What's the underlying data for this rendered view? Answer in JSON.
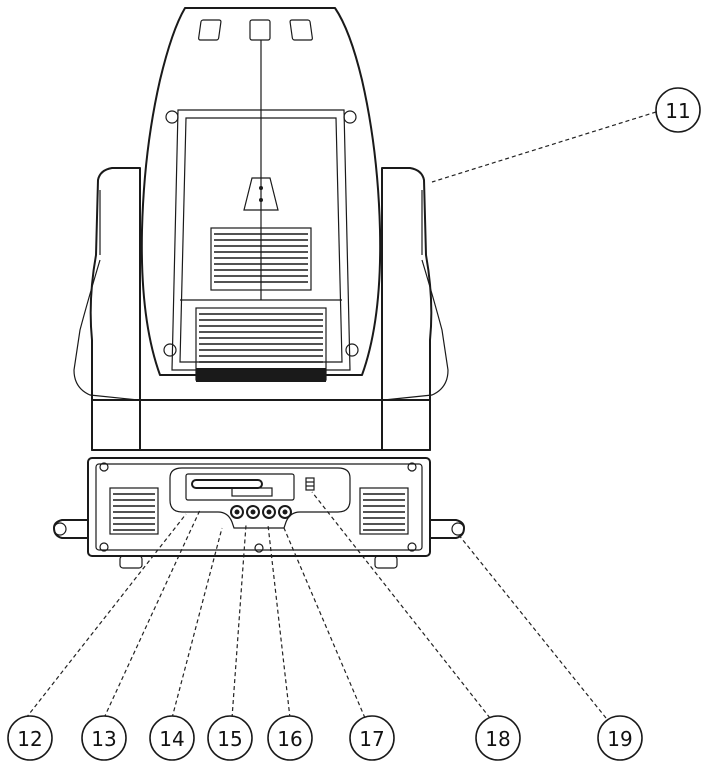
{
  "callouts": [
    {
      "id": "11",
      "label": "11"
    },
    {
      "id": "12",
      "label": "12"
    },
    {
      "id": "13",
      "label": "13"
    },
    {
      "id": "14",
      "label": "14"
    },
    {
      "id": "15",
      "label": "15"
    },
    {
      "id": "16",
      "label": "16"
    },
    {
      "id": "17",
      "label": "17"
    },
    {
      "id": "18",
      "label": "18"
    },
    {
      "id": "19",
      "label": "19"
    }
  ],
  "colors": {
    "line": "#1a1a1a",
    "background": "#ffffff"
  }
}
